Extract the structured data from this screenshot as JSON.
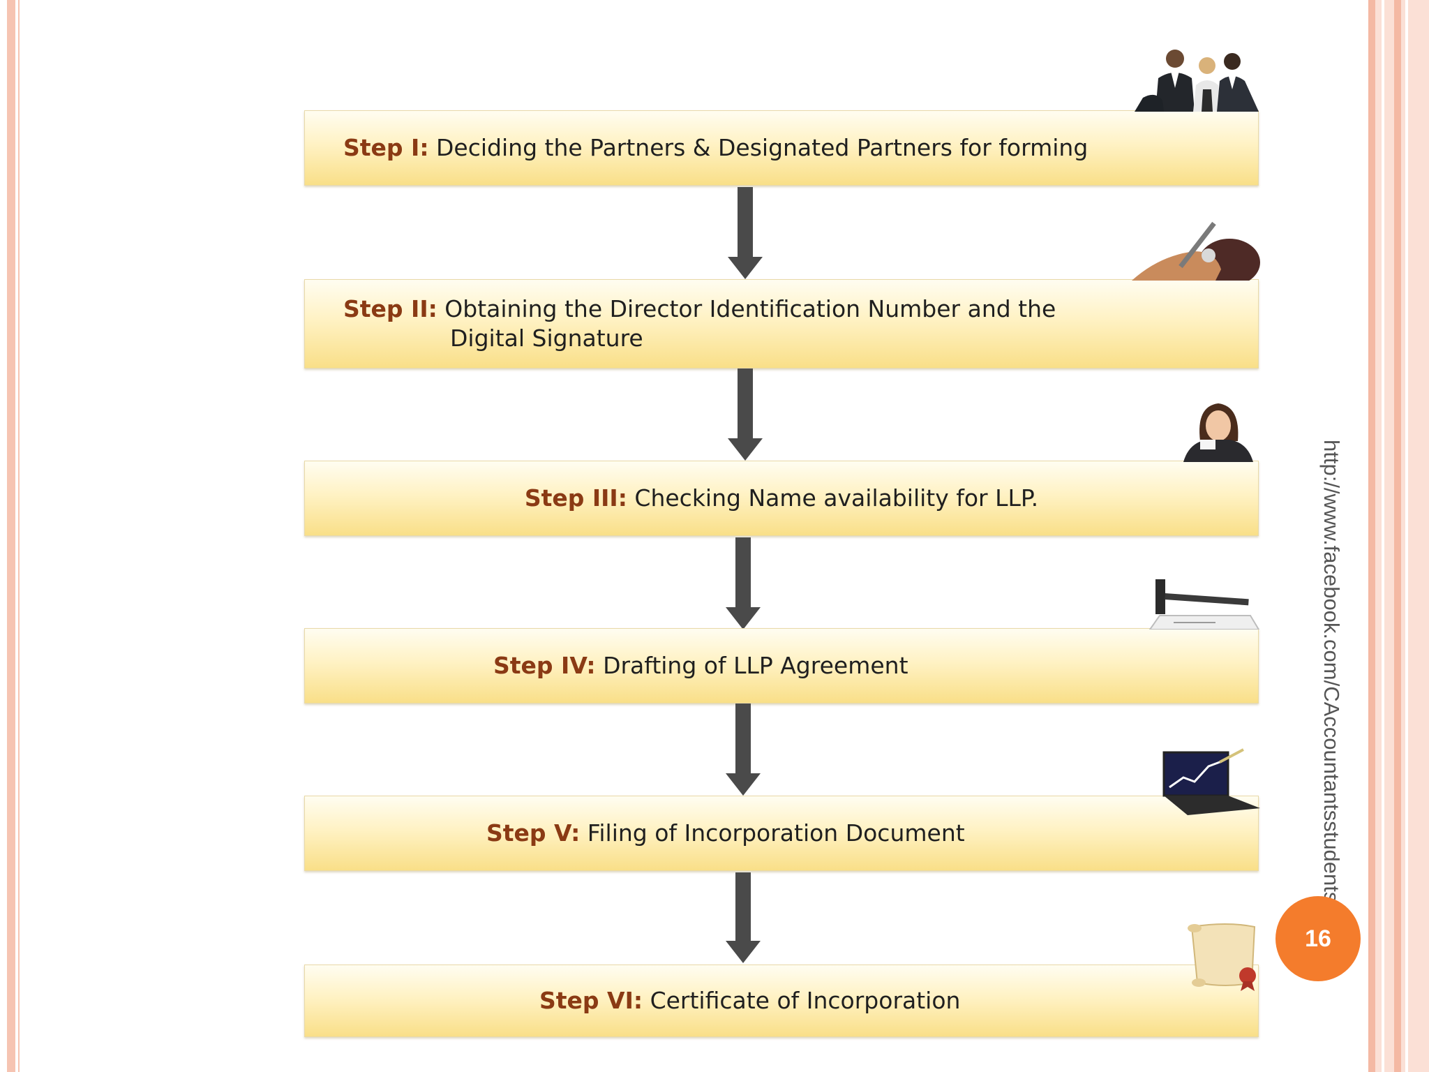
{
  "steps": [
    {
      "prefix": "Step I:",
      "text": "Deciding the Partners & Designated Partners for forming",
      "icon": "business-people-icon"
    },
    {
      "prefix": "Step II:",
      "text_line1": "Obtaining the Director Identification Number and the",
      "text_line2": "Digital Signature",
      "icon": "signing-pen-icon"
    },
    {
      "prefix": "Step III:",
      "text": "Checking Name availability for LLP.",
      "icon": "businesswoman-icon"
    },
    {
      "prefix": "Step IV:",
      "text": "Drafting of LLP Agreement",
      "icon": "gavel-icon"
    },
    {
      "prefix": "Step V:",
      "text": "Filing of Incorporation Document",
      "icon": "laptop-chart-icon"
    },
    {
      "prefix": "Step VI:",
      "text": "Certificate of Incorporation",
      "icon": "certificate-scroll-icon"
    }
  ],
  "side_url": "http://www.facebook.com/CAccountantsstudents",
  "page_number": "16",
  "colors": {
    "step_prefix": "#8a3a14",
    "box_gradient_top": "#fffdf1",
    "box_gradient_bottom": "#f9df88",
    "arrow": "#4a4a4a",
    "page_badge": "#f47c2c",
    "frame": "#f6c4b2"
  }
}
